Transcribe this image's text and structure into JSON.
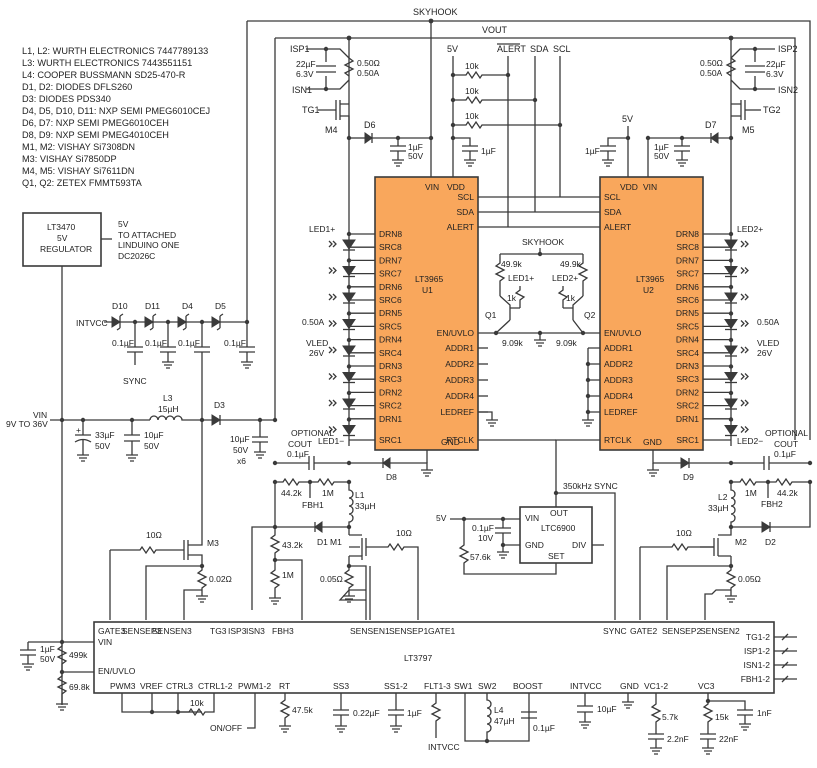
{
  "bom_notes": [
    "L1, L2: WURTH ELECTRONICS 7447789133",
    "L3: WURTH ELECTRONICS 7443551151",
    "L4: COOPER BUSSMANN SD25-470-R",
    "D1, D2: DIODES DFLS260",
    "D3: DIODES PDS340",
    "D4, D5, D10, D11: NXP SEMI PMEG6010CEJ",
    "D6, D7: NXP SEMI PMEG6010CEH",
    "D8, D9: NXP SEMI PMEG4010CEH",
    "M1, M2: VISHAY Si7308DN",
    "M3: VISHAY Si7850DP",
    "M4, M5: VISHAY Si7611DN",
    "Q1, Q2: ZETEX FMMT593TA"
  ],
  "nets": {
    "skyhook": "SKYHOOK",
    "vout": "VOUT",
    "five_v": "5V",
    "alert": "ALERT",
    "sda": "SDA",
    "scl": "SCL",
    "intvcc": "INTVCC",
    "sync": "SYNC",
    "vin": "VIN",
    "vin_range": "9V TO 36V",
    "sync350": "350kHz SYNC",
    "on_off": "ON/OFF",
    "led1p": "LED1+",
    "led1m": "LED1−",
    "led2p": "LED2+",
    "led2m": "LED2−",
    "fbh1": "FBH1",
    "fbh2": "FBH2",
    "i_led": "0.50A",
    "vled": "VLED",
    "vled_val": "26V",
    "optional": "OPTIONAL",
    "cout": "COUT"
  },
  "regulator": {
    "lines": [
      "LT3470",
      "5V",
      "REGULATOR"
    ],
    "note": [
      "5V",
      "TO ATTACHED",
      "LINDUINO ONE",
      "DC2026C"
    ]
  },
  "u1": {
    "name": "LT3965",
    "ref": "U1",
    "top_pins": [
      "VIN",
      "VDD"
    ],
    "right_pins": [
      "SCL",
      "SDA",
      "ALERT",
      "EN/UVLO",
      "ADDR1",
      "ADDR2",
      "ADDR3",
      "ADDR4",
      "LEDREF",
      "RTCLK"
    ],
    "left_pins": [
      "DRN8",
      "SRC8",
      "DRN7",
      "SRC7",
      "DRN6",
      "SRC6",
      "DRN5",
      "SRC5",
      "DRN4",
      "SRC4",
      "DRN3",
      "SRC3",
      "DRN2",
      "SRC2",
      "DRN1",
      "SRC1"
    ],
    "bottom_pin": "GND"
  },
  "u2": {
    "name": "LT3965",
    "ref": "U2",
    "top_pins": [
      "VDD",
      "VIN"
    ],
    "left_pins": [
      "SCL",
      "SDA",
      "ALERT",
      "EN/UVLO",
      "ADDR1",
      "ADDR2",
      "ADDR3",
      "ADDR4",
      "LEDREF",
      "RTCLK"
    ],
    "right_pins": [
      "DRN8",
      "SRC8",
      "DRN7",
      "SRC7",
      "DRN6",
      "SRC6",
      "DRN5",
      "SRC5",
      "DRN4",
      "SRC4",
      "DRN3",
      "SRC3",
      "DRN2",
      "SRC2",
      "DRN1",
      "SRC1"
    ],
    "bottom_pin": "GND"
  },
  "ltc6900": {
    "name": "LTC6900",
    "pins": [
      "VIN",
      "OUT",
      "GND",
      "DIV",
      "SET"
    ]
  },
  "lt3797": {
    "name": "LT3797",
    "top_pins": [
      "GATE3",
      "SENSEP3",
      "SENSEN3",
      "TG3",
      "ISP3",
      "ISN3",
      "FBH3",
      "SENSEN1",
      "SENSEP1",
      "GATE1",
      "SYNC",
      "GATE2",
      "SENSEP2",
      "SENSEN2"
    ],
    "left_pins": [
      "VIN",
      "EN/UVLO"
    ],
    "bottom_pins": [
      "PWM3",
      "VREF",
      "CTRL3",
      "CTRL1-2",
      "PWM1-2",
      "RT",
      "SS3",
      "SS1-2",
      "FLT1-3",
      "SW1",
      "SW2",
      "BOOST",
      "INTVCC",
      "GND",
      "VC1-2",
      "VC3"
    ],
    "right_pins": [
      "TG1-2",
      "ISP1-2",
      "ISN1-2",
      "FBH1-2"
    ]
  },
  "components": {
    "isp1": "ISP1",
    "isn1": "ISN1",
    "isp2": "ISP2",
    "isn2": "ISN2",
    "tg1": "TG1",
    "tg2": "TG2",
    "m1": "M1",
    "m2": "M2",
    "m3": "M3",
    "m4": "M4",
    "m5": "M5",
    "q1": "Q1",
    "q2": "Q2",
    "d1": "D1",
    "d2": "D2",
    "d3": "D3",
    "d4": "D4",
    "d5": "D5",
    "d6": "D6",
    "d7": "D7",
    "d8": "D8",
    "d9": "D9",
    "d10": "D10",
    "d11": "D11",
    "l1": "L1",
    "l2": "L2",
    "l3": "L3",
    "l4": "L4",
    "r_sense": "0.50Ω",
    "r_sense_i": "0.50A",
    "c22u": "22µF",
    "c63v": "6.3V",
    "r10k": "10k",
    "c1u": "1µF",
    "c50v": "50V",
    "c01u": "0.1µF",
    "r499k": "49.9k",
    "r1k": "1k",
    "r909k": "9.09k",
    "l3_val": "15µH",
    "l12_val": "33µH",
    "l4_val": "47µH",
    "c33u": "33µF",
    "c10u": "10µF",
    "x6": "x6",
    "r442k": "44.2k",
    "r1m": "1M",
    "r432k": "43.2k",
    "r10ohm": "10Ω",
    "r002": "0.02Ω",
    "r005": "0.05Ω",
    "c10v": "10V",
    "r576k": "57.6k",
    "r499kb": "499k",
    "r698k": "69.8k",
    "r475k": "47.5k",
    "c022u": "0.22µF",
    "r57k": "5.7k",
    "c22n": "2.2nF",
    "r15k": "15k",
    "c22nf": "22nF",
    "c1n": "1nF"
  }
}
